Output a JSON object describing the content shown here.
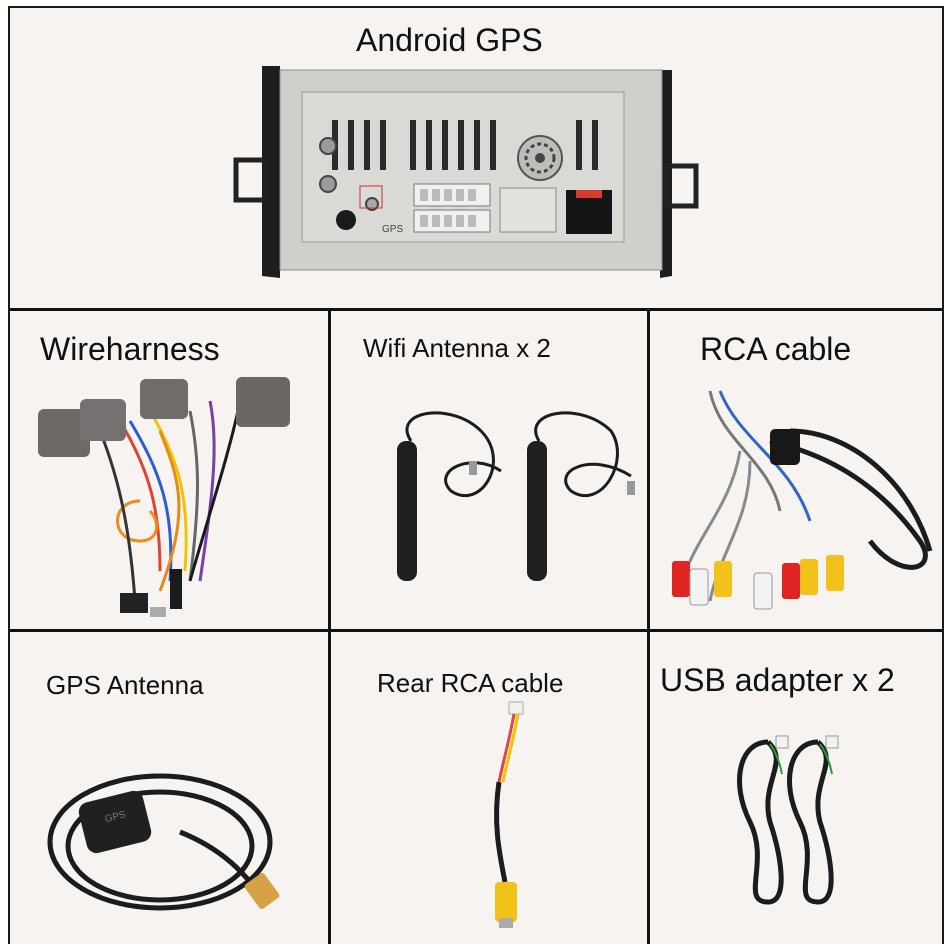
{
  "panels": {
    "head_unit": {
      "title": "Android GPS",
      "icon": "head-unit-back-panel"
    },
    "wireharness": {
      "title": "Wireharness",
      "icon": "wire-harness"
    },
    "wifi_antenna": {
      "title": "Wifi Antenna x 2",
      "icon": "wifi-antenna"
    },
    "rca_cable": {
      "title": "RCA cable",
      "icon": "rca-cable"
    },
    "gps_antenna": {
      "title": "GPS Antenna",
      "icon": "gps-antenna"
    },
    "rear_rca": {
      "title": "Rear RCA cable",
      "icon": "rear-rca-cable"
    },
    "usb_adapter": {
      "title": "USB adapter x 2",
      "icon": "usb-adapter"
    }
  },
  "panel_markings": {
    "gps_port": "GPS",
    "gps_puck": "GPS"
  },
  "colors": {
    "frame": "#111111",
    "background": "#f6f3f1",
    "metal": "#c9c9c6",
    "cable": "#1c1c1c",
    "rca_red": "#e02424",
    "rca_yellow": "#f2c21b",
    "rca_white": "#f3f3f3",
    "foam": "#6d6a66"
  }
}
